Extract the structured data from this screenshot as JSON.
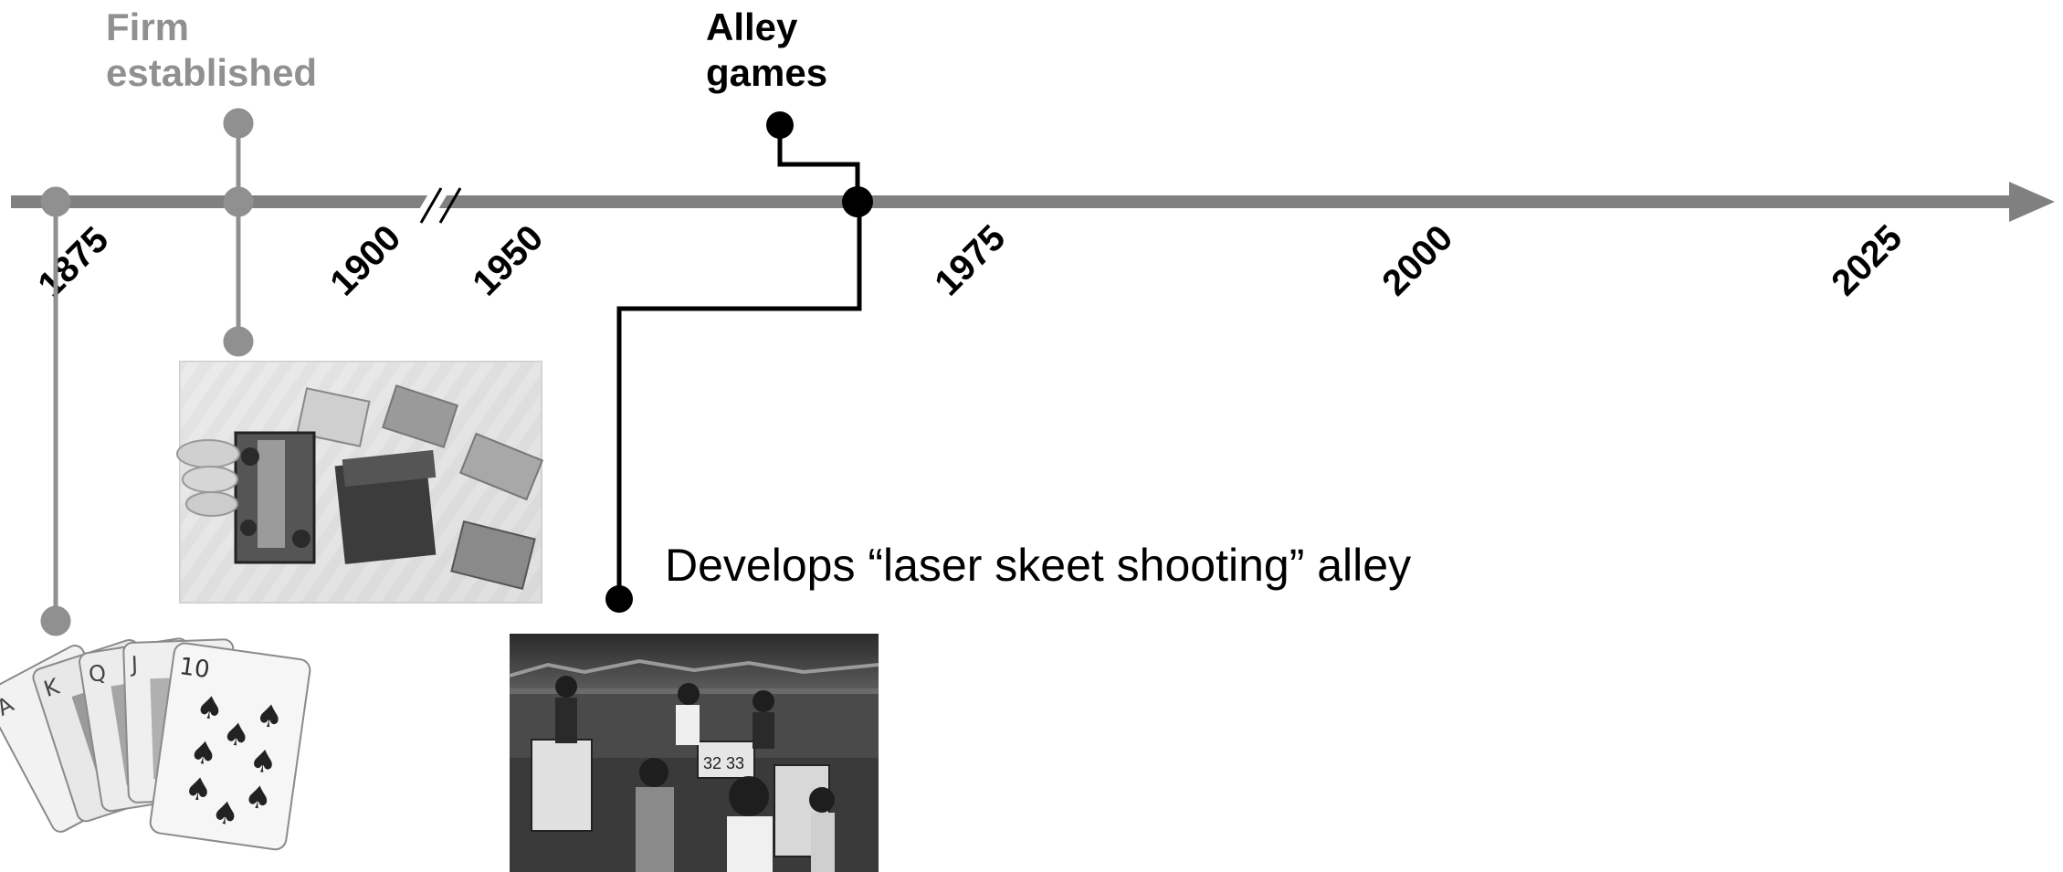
{
  "timeline": {
    "ticks": [
      "1875",
      "1900",
      "1950",
      "1975",
      "2000",
      "2025"
    ],
    "break_marker": "//",
    "axis_color": "#808080",
    "highlight_color": "#000000"
  },
  "events": {
    "firm": {
      "label": "Firm\nestablished",
      "color": "#909090"
    },
    "alley": {
      "label": "Alley\ngames",
      "color": "#000000"
    },
    "laser": {
      "label": "Develops “laser skeet shooting” alley",
      "color": "#000000"
    }
  },
  "photos": {
    "hanafuda": {
      "subject": "hanafuda cards on a table, grayscale photo"
    },
    "playing_cards": {
      "subject": "fanned spade playing cards: A K Q J 10"
    },
    "arcade": {
      "subject": "people playing at a shooting gallery alley, black and white photo"
    }
  },
  "cards": [
    "A",
    "K",
    "Q",
    "J",
    "10"
  ]
}
